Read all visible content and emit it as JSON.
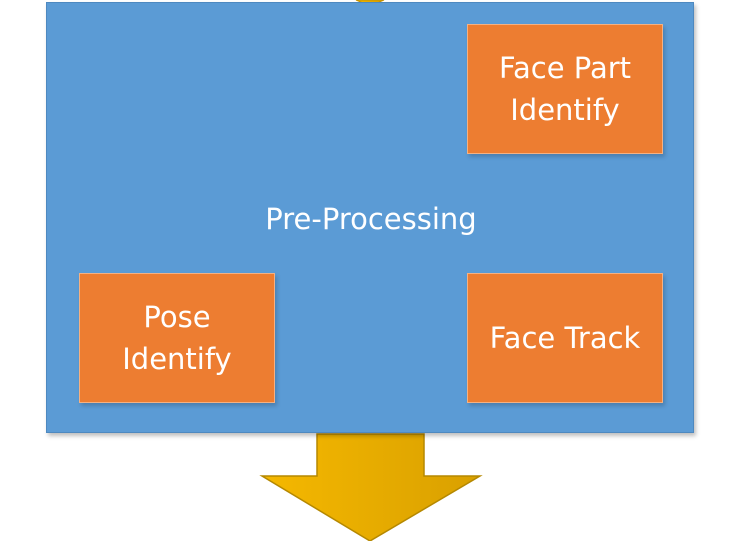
{
  "container": {
    "label": "Pre-Processing"
  },
  "boxes": {
    "face_part": {
      "line1": "Face Part",
      "line2": "Identify"
    },
    "pose": {
      "line1": "Pose",
      "line2": "Identify"
    },
    "face_track": {
      "line1": "Face Track"
    }
  },
  "colors": {
    "container_fill": "#5b9bd5",
    "box_fill": "#ed7d31",
    "arrow_fill": "#ffc000",
    "text": "#ffffff"
  }
}
